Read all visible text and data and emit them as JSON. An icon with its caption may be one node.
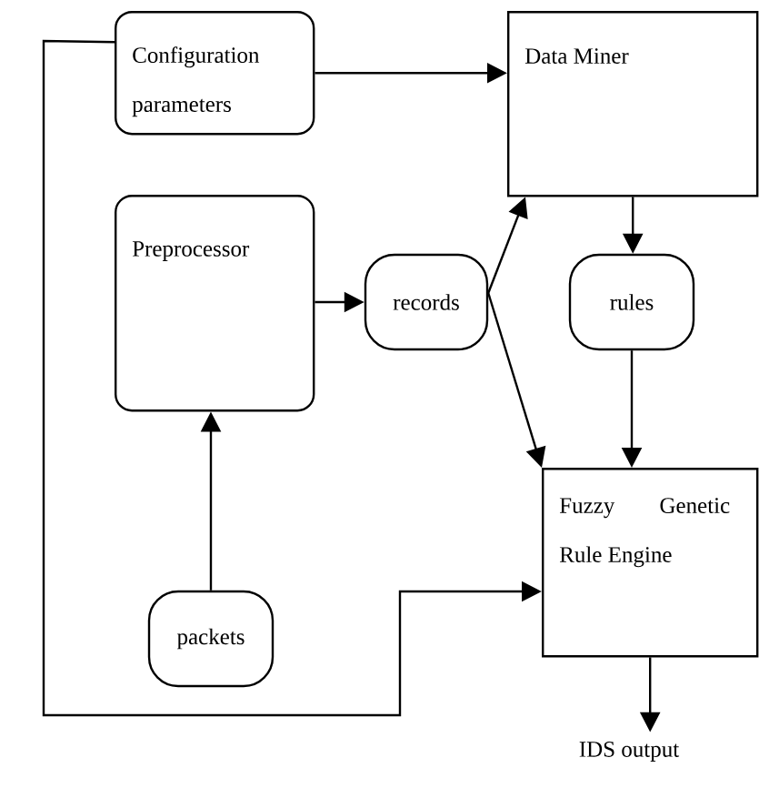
{
  "diagram": {
    "nodes": [
      {
        "text": [
          "Configuration parameters"
        ]
      },
      {
        "text": [
          "Data Miner"
        ]
      },
      {
        "text": [
          "Preprocessor"
        ]
      },
      {
        "text": [
          "records"
        ]
      },
      {
        "text": [
          "rules"
        ]
      },
      {
        "text": [
          "Fuzzy Genetic Rule Engine"
        ]
      },
      {
        "text": [
          "packets"
        ]
      },
      {
        "text": [
          "IDS output"
        ]
      }
    ],
    "edges": [
      {
        "from": 0,
        "to": 1,
        "arrow": "to"
      },
      {
        "from": 0,
        "to": 5,
        "arrow": "to"
      },
      {
        "from": 2,
        "to": 3,
        "arrow": "to"
      },
      {
        "from": 3,
        "to": 1,
        "arrow": "to"
      },
      {
        "from": 3,
        "to": 5,
        "arrow": "to"
      },
      {
        "from": 1,
        "to": 4,
        "arrow": "to"
      },
      {
        "from": 4,
        "to": 5,
        "arrow": "to"
      },
      {
        "from": 6,
        "to": 2,
        "arrow": "to"
      },
      {
        "from": 5,
        "to": 7,
        "arrow": "to"
      }
    ]
  }
}
